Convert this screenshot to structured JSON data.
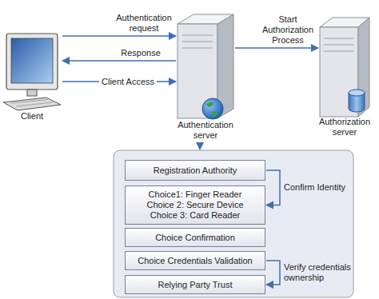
{
  "diagram": {
    "nodes": [
      {
        "text": [
          "Client"
        ]
      },
      {
        "text": [
          "Authentication server"
        ]
      },
      {
        "text": [
          "Authorization server"
        ]
      },
      {
        "text": [
          "Registration Authority"
        ]
      },
      {
        "text": [
          "Choice1: Finger Reader",
          "Choice 2: Secure Device",
          "Choice 3: Card Reader"
        ]
      },
      {
        "text": [
          "Choice Confirmation"
        ]
      },
      {
        "text": [
          "Choice Credentials Validation"
        ]
      },
      {
        "text": [
          "Relying Party Trust"
        ]
      }
    ],
    "edges": [
      {
        "from": 0,
        "to": 1,
        "label": "Authentication request",
        "arrow": "to"
      },
      {
        "from": 1,
        "to": 0,
        "label": "Response",
        "arrow": "to"
      },
      {
        "from": 0,
        "to": 1,
        "label": "Client Access",
        "arrow": "to"
      },
      {
        "from": 1,
        "to": 2,
        "label": "Start Authorization Process",
        "arrow": "to"
      },
      {
        "from": 3,
        "to": 4,
        "label": "Confirm Identity",
        "arrow": "to"
      },
      {
        "from": 6,
        "to": 7,
        "label": "Verify credentials ownership",
        "arrow": "to"
      }
    ]
  }
}
